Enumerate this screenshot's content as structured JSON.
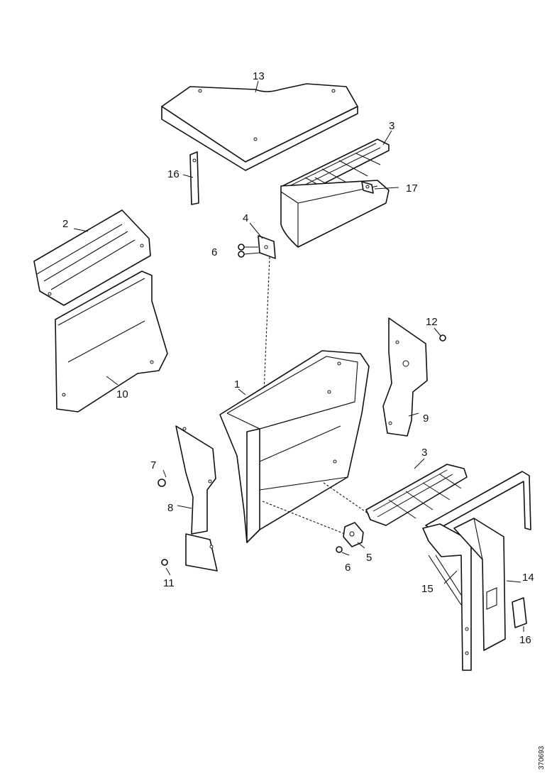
{
  "diagram": {
    "callouts": [
      {
        "id": "c1",
        "text": "1"
      },
      {
        "id": "c2",
        "text": "2"
      },
      {
        "id": "c3a",
        "text": "3"
      },
      {
        "id": "c3b",
        "text": "3"
      },
      {
        "id": "c4",
        "text": "4"
      },
      {
        "id": "c5",
        "text": "5"
      },
      {
        "id": "c6a",
        "text": "6"
      },
      {
        "id": "c6b",
        "text": "6"
      },
      {
        "id": "c7",
        "text": "7"
      },
      {
        "id": "c8",
        "text": "8"
      },
      {
        "id": "c9",
        "text": "9"
      },
      {
        "id": "c10",
        "text": "10"
      },
      {
        "id": "c11",
        "text": "11"
      },
      {
        "id": "c12",
        "text": "12"
      },
      {
        "id": "c13",
        "text": "13"
      },
      {
        "id": "c14",
        "text": "14"
      },
      {
        "id": "c15",
        "text": "15"
      },
      {
        "id": "c16a",
        "text": "16"
      },
      {
        "id": "c16b",
        "text": "16"
      },
      {
        "id": "c17",
        "text": "17"
      }
    ],
    "reference_number": "370693"
  }
}
